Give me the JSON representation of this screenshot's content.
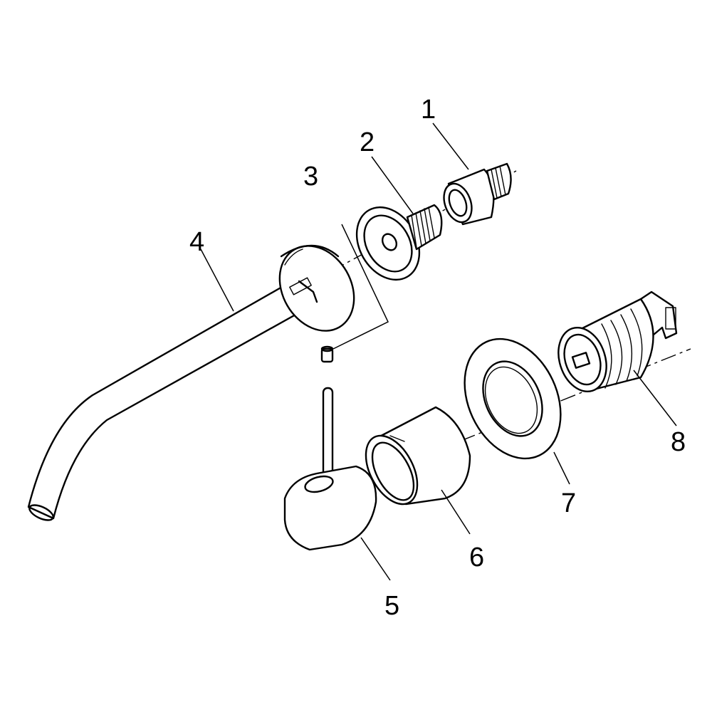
{
  "parts": [
    {
      "number": "1",
      "icon": "threaded-adapter-icon"
    },
    {
      "number": "2",
      "icon": "spout-mounting-flange-icon"
    },
    {
      "number": "3",
      "icon": "grub-screw-icon"
    },
    {
      "number": "4",
      "icon": "spout-with-rosette-icon"
    },
    {
      "number": "5",
      "icon": "lever-handle-icon"
    },
    {
      "number": "6",
      "icon": "cover-sleeve-icon"
    },
    {
      "number": "7",
      "icon": "escutcheon-rosette-icon"
    },
    {
      "number": "8",
      "icon": "mixer-cartridge-icon"
    }
  ]
}
